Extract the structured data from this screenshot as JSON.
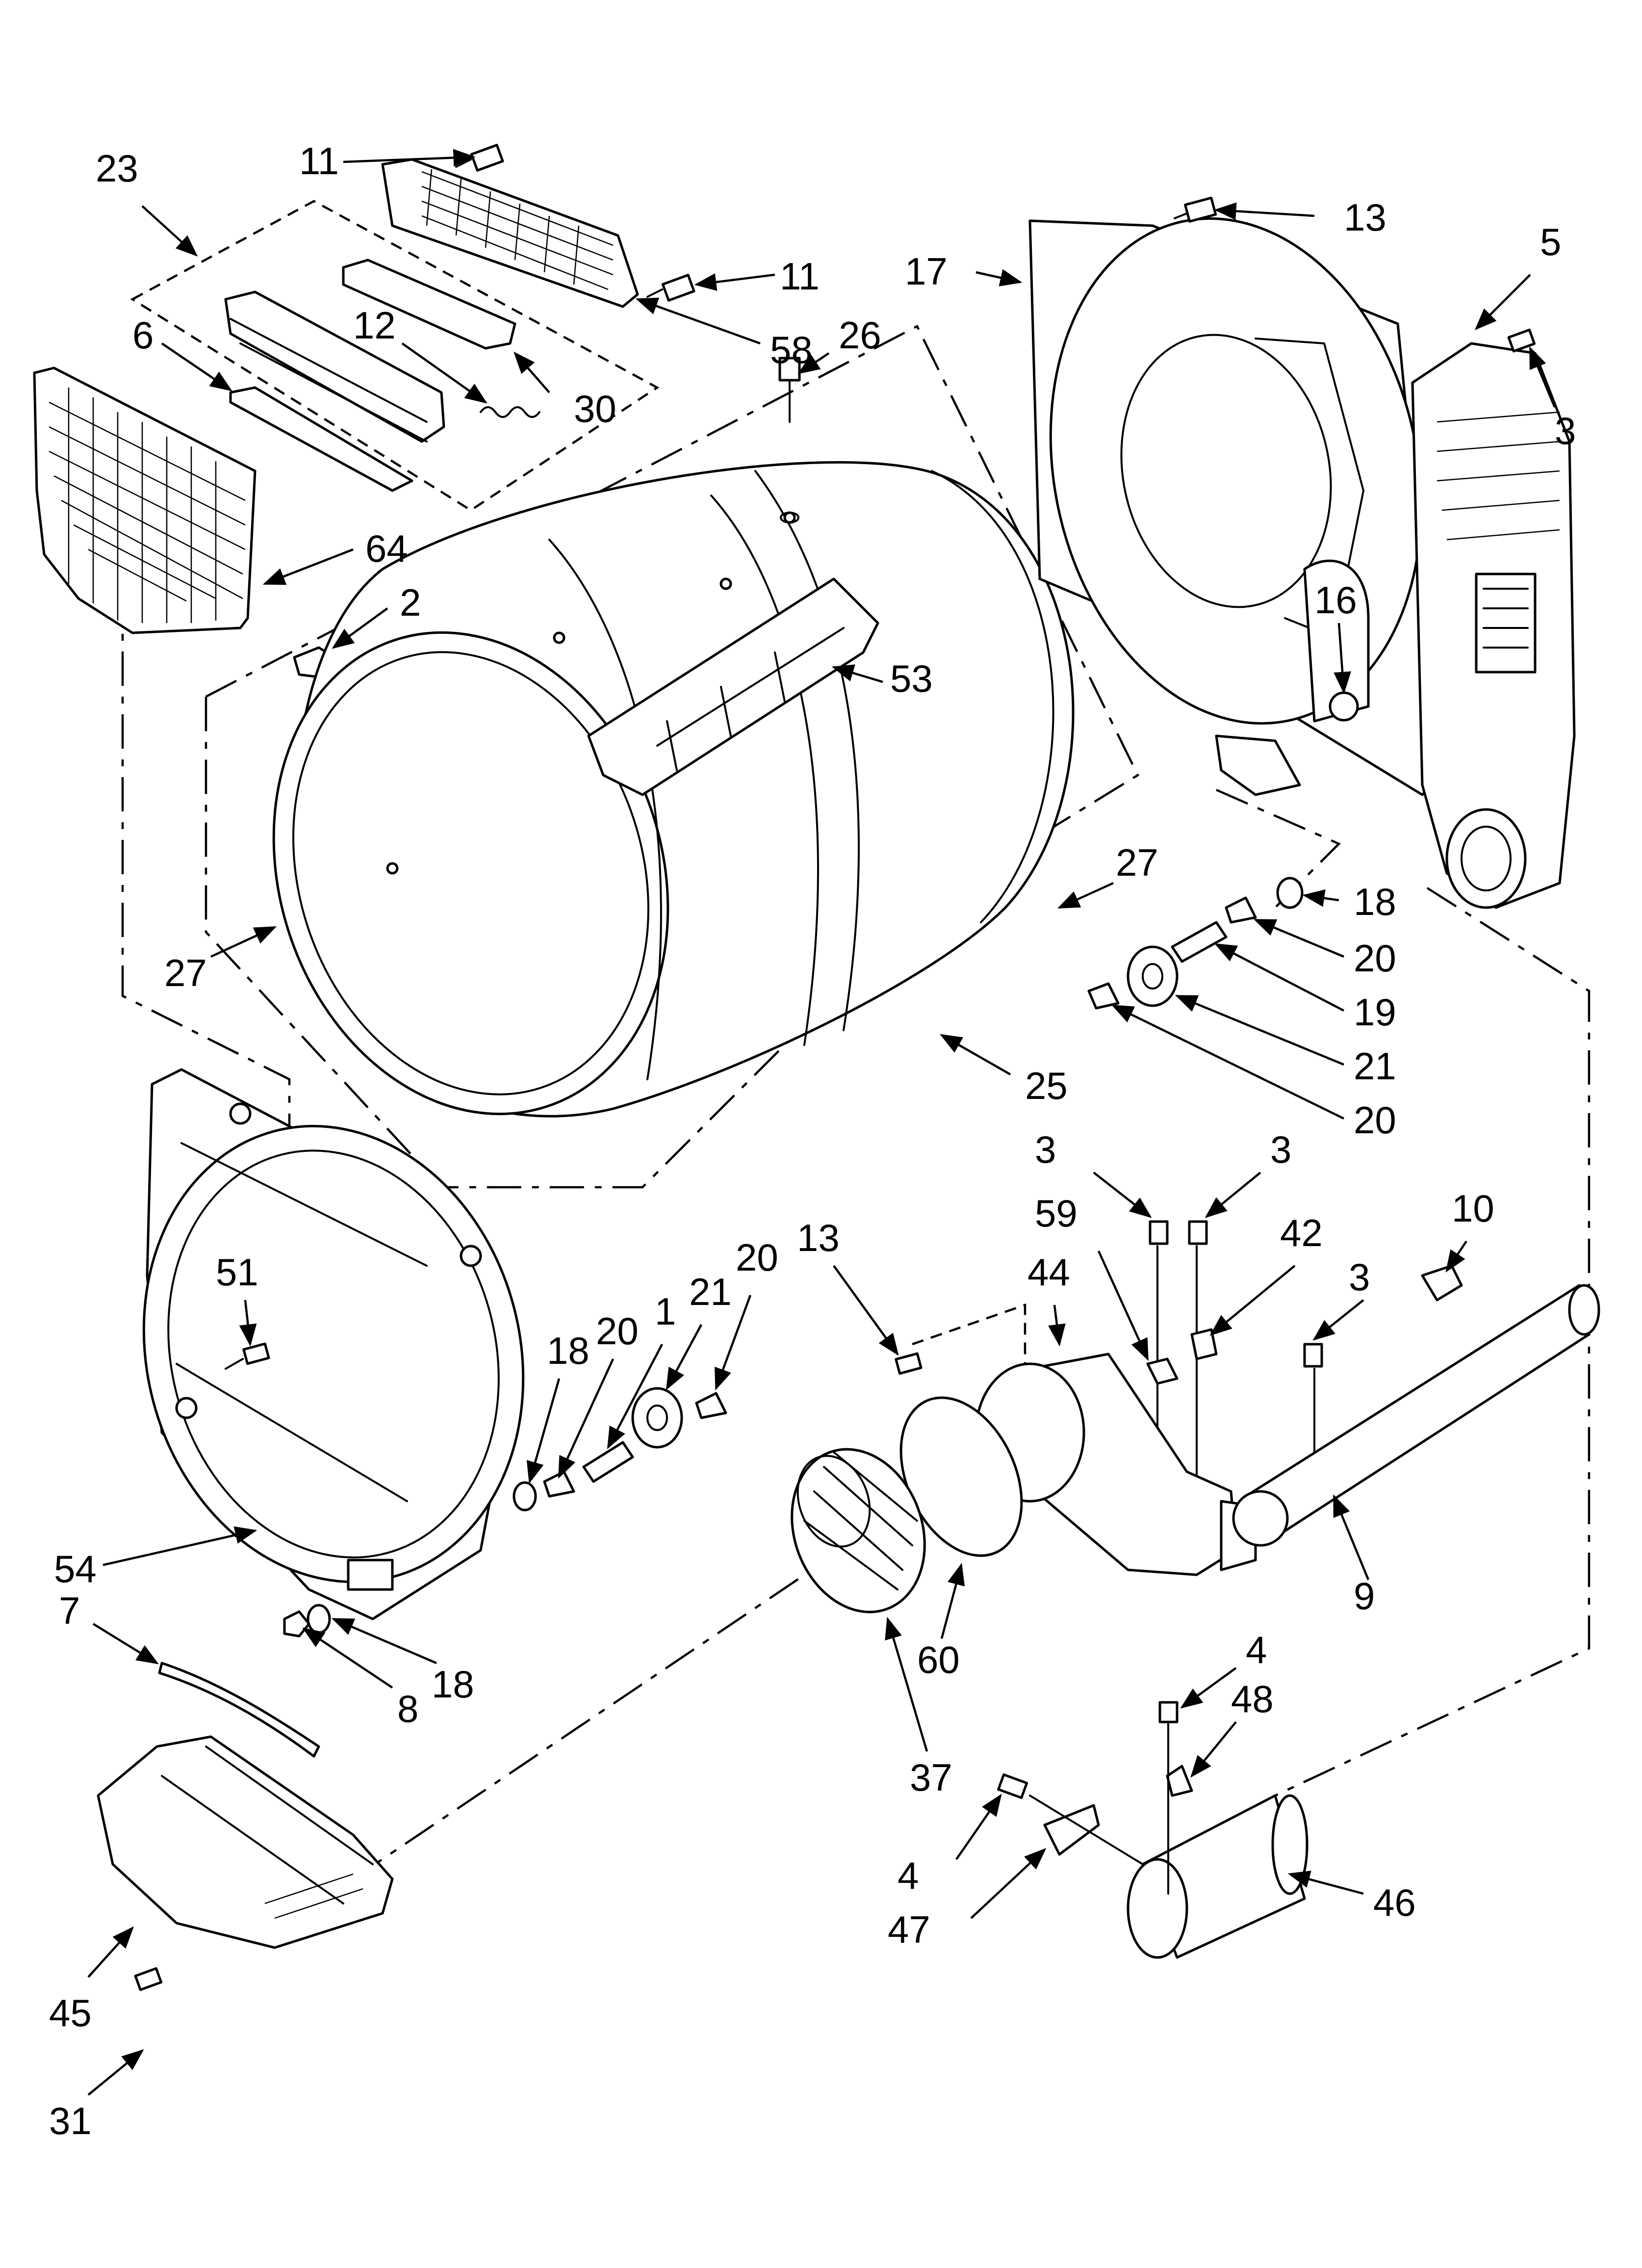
{
  "callouts": [
    "11",
    "23",
    "13",
    "11",
    "17",
    "5",
    "58",
    "12",
    "30",
    "26",
    "3",
    "6",
    "64",
    "16",
    "2",
    "53",
    "27",
    "27",
    "18",
    "20",
    "19",
    "21",
    "20",
    "25",
    "3",
    "3",
    "10",
    "59",
    "42",
    "13",
    "44",
    "3",
    "20",
    "51",
    "18",
    "20",
    "1",
    "21",
    "9",
    "54",
    "7",
    "60",
    "18",
    "8",
    "37",
    "4",
    "48",
    "46",
    "4",
    "47",
    "45",
    "31"
  ],
  "colors": {
    "ink": "#000000",
    "paper": "#ffffff"
  }
}
